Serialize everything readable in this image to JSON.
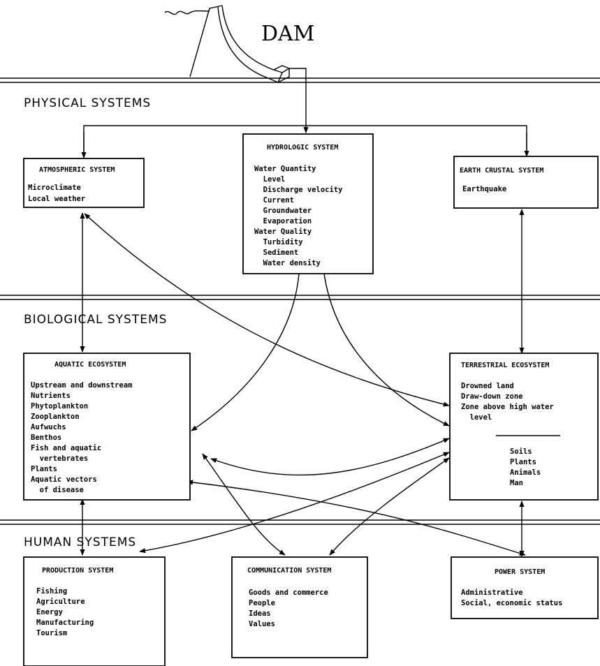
{
  "dam_label": "DAM",
  "sections": {
    "physical": "PHYSICAL SYSTEMS",
    "biological": "BIOLOGICAL SYSTEMS",
    "human": "HUMAN SYSTEMS"
  },
  "boxes": {
    "atmospheric": {
      "title": "ATMOSPHERIC SYSTEM",
      "lines": [
        "Microclimate",
        "Local weather"
      ]
    },
    "hydrologic": {
      "title": "HYDROLOGIC SYSTEM",
      "lines": [
        "Water Quantity",
        "  Level",
        "  Discharge velocity",
        "  Current",
        "  Groundwater",
        "  Evaporation",
        "Water Quality",
        "  Turbidity",
        "  Sediment",
        "  Water density"
      ]
    },
    "earth": {
      "title": "EARTH CRUSTAL SYSTEM",
      "lines": [
        "Earthquake"
      ]
    },
    "aquatic": {
      "title": "AQUATIC ECOSYSTEM",
      "lines": [
        "Upstream and downstream",
        "Nutrients",
        "Phytoplankton",
        "Zooplankton",
        "Aufwuchs",
        "Benthos",
        "Fish and aquatic",
        "  vertebrates",
        "Plants",
        "Aquatic vectors",
        "  of disease"
      ]
    },
    "terrestrial": {
      "title": "TERRESTRIAL ECOSYSTEM",
      "lines": [
        "Drowned land",
        "Draw-down zone",
        "Zone above high water",
        "  level"
      ],
      "sublines": [
        "Soils",
        "Plants",
        "Animals",
        "Man"
      ]
    },
    "production": {
      "title": "PRODUCTION SYSTEM",
      "lines": [
        "Fishing",
        "Agriculture",
        "Energy",
        "Manufacturing",
        "Tourism"
      ]
    },
    "communication": {
      "title": "COMMUNICATION SYSTEM",
      "lines": [
        "Goods and commerce",
        "People",
        "Ideas",
        "Values"
      ]
    },
    "power": {
      "title": "POWER SYSTEM",
      "lines": [
        "Administrative",
        "Social, economic status"
      ]
    }
  }
}
